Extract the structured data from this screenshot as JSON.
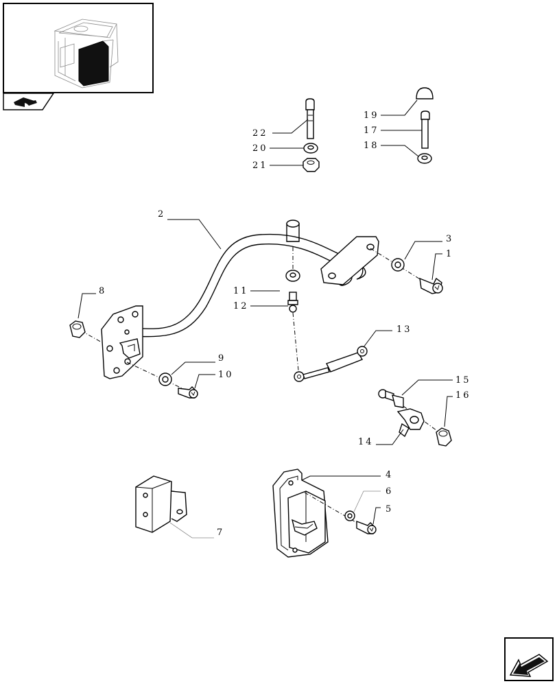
{
  "callouts": {
    "c1": "1",
    "c2": "2",
    "c3": "3",
    "c4": "4",
    "c5": "5",
    "c6": "6",
    "c7": "7",
    "c8": "8",
    "c9": "9",
    "c10": "10",
    "c11": "11",
    "c12": "12",
    "c13": "13",
    "c14": "14",
    "c15": "15",
    "c16": "16",
    "c17": "17",
    "c18": "18",
    "c19": "19",
    "c20": "20",
    "c21": "21",
    "c22": "22"
  },
  "icons": {
    "thumbnail": "tractor-cab-thumbnail",
    "group": "book-pages-icon",
    "navigation": "next-page-arrow-icon"
  },
  "colors": {
    "line": "#000000",
    "background": "#ffffff",
    "cab_window": "#111111"
  }
}
